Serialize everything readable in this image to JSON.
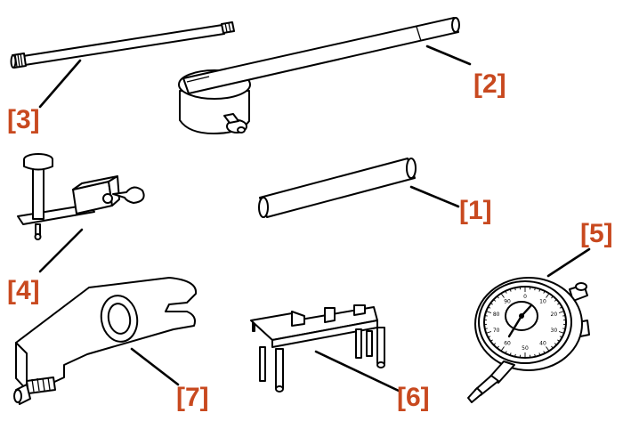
{
  "labels": {
    "item_1": "[1]",
    "item_2": "[2]",
    "item_3": "[3]",
    "item_4": "[4]",
    "item_5": "[5]",
    "item_6": "[6]",
    "item_7": "[7]"
  },
  "dial_numbers": [
    "0",
    "10",
    "20",
    "30",
    "40",
    "50",
    "60",
    "70",
    "80",
    "90"
  ],
  "colors": {
    "label": "#c8491f",
    "line": "#000000",
    "background": "#ffffff"
  }
}
